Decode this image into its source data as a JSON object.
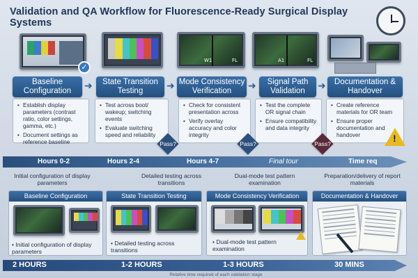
{
  "title": "Validation and QA Workflow for Fluorescence-Ready Surgical Display Systems",
  "icons": {
    "clock": "clock-icon",
    "check": "check-icon",
    "warning": "warning-icon",
    "pen": "pen-icon"
  },
  "colors": {
    "accent": "#2b5a8f",
    "warning": "#e8b923",
    "background": "#d6dee8"
  },
  "steps": [
    {
      "label": "Baseline Configuration",
      "bullets": [
        "Establish display parameters (contrast ratio, color settings, gamma, etc.)",
        "Document settings as reference baseline"
      ]
    },
    {
      "label": "State Transition Testing",
      "bullets": [
        "Test across boot/ wakeup; switching events",
        "Evaluate switching speed and reliability"
      ]
    },
    {
      "label": "Mode Consistency Verification",
      "bullets": [
        "Check for consistent presentation across",
        "Verify overlay accuracy and color integrity"
      ]
    },
    {
      "label": "Signal Path Validation",
      "bullets": [
        "Test the complete OR signal chain",
        "Ensure compatibility and data integrity"
      ]
    },
    {
      "label": "Documentation & Handover",
      "bullets": [
        "Create reference materials for OR team",
        "Ensure proper documentation and handover"
      ]
    }
  ],
  "screen_labels": {
    "s3a": "W1",
    "s3b": "FL",
    "s4a": "A1",
    "s4b": "FL"
  },
  "decisions": [
    "Pass?",
    "Pass?",
    "Pass?"
  ],
  "timeline": [
    "Hours 0-2",
    "Hours 2-4",
    "Hours 4-7",
    "Final tour",
    "Time req"
  ],
  "captions": [
    "Initial configuration of display parameters",
    "Detailed testing across transitions",
    "Dual-mode test pattern examination",
    "Preparation/delivery of report materials"
  ],
  "panels": [
    {
      "title": "Baseline Configuration",
      "note": "Initial configuration of display parameters"
    },
    {
      "title": "State Transition Testing",
      "note": "Detailed testing across transitions"
    },
    {
      "title": "Mode Consistency Verification",
      "note": "Dual-mode test pattern examination"
    },
    {
      "title": "Documentation & Handover",
      "note": ""
    }
  ],
  "durations": [
    "2 HOURS",
    "1-2 HOURS",
    "1-3 HOURS",
    "30 MINS"
  ],
  "footnote": "Relative time required of each validation stage"
}
